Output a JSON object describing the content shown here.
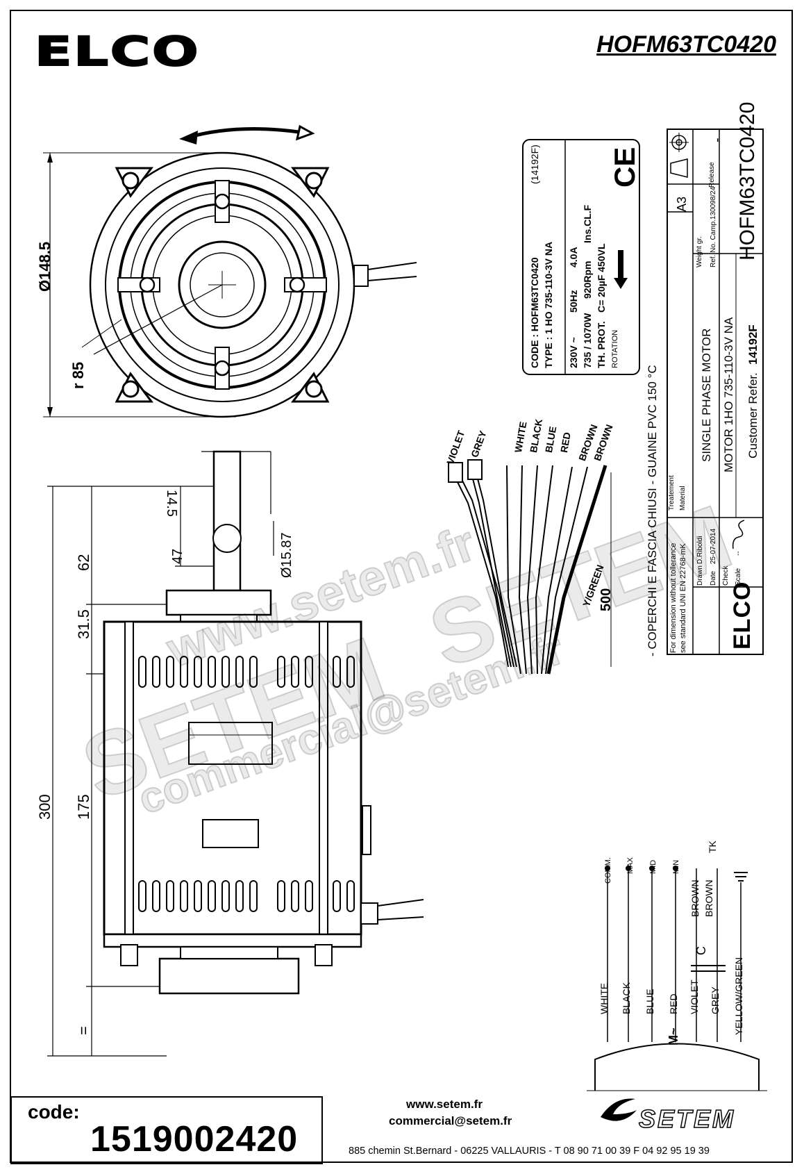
{
  "header": {
    "brand": "ELCO",
    "part_number": "HOFM63TC0420"
  },
  "front_view": {
    "diameter": "Ø148.5",
    "radius": "r 85"
  },
  "side_view": {
    "dim_shaft_length": "62",
    "dim_shaft_flat": "47",
    "dim_shaft_top": "14.5",
    "dim_shaft_diameter": "Ø15.87",
    "dim_flange": "31.5",
    "dim_total": "300",
    "dim_body": "175",
    "dim_bottom": "=",
    "dim_leads": "500"
  },
  "nameplate": {
    "code": "CODE :  HOFM63TC0420",
    "code_ref": "(14192F)",
    "type": "TYPE :  1 HO 735-110-3V  NA",
    "row1": [
      "230V ~",
      "50Hz",
      "4.0A"
    ],
    "row2": [
      "735 / 1070W",
      "920Rpm",
      "Ins.CL.F"
    ],
    "row3": [
      "TH. PROT.",
      "C= 20µF  450VL"
    ],
    "rotation": "ROTATION",
    "ce_mark": "CE"
  },
  "notes": {
    "pvc": "- COPERCHI E FASCIA CHIUSI  - GUAINE PVC 150 °C"
  },
  "wires": [
    "VIOLET",
    "GREY",
    "WHITE",
    "BLACK",
    "BLUE",
    "RED",
    "BROWN",
    "BROWN"
  ],
  "ground_wire": "Y/GREEN",
  "title_block": {
    "size": "A3",
    "release_label": "Release",
    "release_value": "-",
    "weight_label": "Weight gr.",
    "ref_label": "Ref. No. Camp.130098/24",
    "part_number": "HOFM63TC0420",
    "treatment_label": "Treatement",
    "material_label": "Material",
    "description": "SINGLE  PHASE  MOTOR",
    "motor": "MOTOR  1HO 735-110-3V  NA",
    "customer": "Customer Refer.",
    "customer_ref": "14192F",
    "tolerance_note_1": "For dimension without tollerance",
    "tolerance_note_2": "see standard UNI EN 22768-mK",
    "drawn_label": "Drawn",
    "drawn_by": "D.Riboldi",
    "date_label": "Date",
    "date_value": "25-07-2014",
    "check_label": "Check",
    "scale_label": "Scale",
    "scale_value": "--",
    "brand": "ELCO"
  },
  "wiring": {
    "speeds": [
      "COMM.",
      "MAX",
      "MID",
      "MIN"
    ],
    "tk": "TK",
    "tk_wires": [
      "BROWN",
      "BROWN"
    ],
    "capacitor": "C",
    "motor_symbol": "M~",
    "colors": [
      "WHITE",
      "BLACK",
      "BLUE",
      "RED",
      "VIOLET",
      "GREY",
      "YELLOW/GREEN"
    ]
  },
  "watermark": {
    "site": "www.setem.fr",
    "brand": "SETEM",
    "email": "commercial@setem.fr"
  },
  "footer": {
    "code_label": "code:",
    "code_value": "1519002420",
    "website": "www.setem.fr",
    "email": "commercial@setem.fr",
    "address": "885 chemin St.Bernard  -  06225 VALLAURIS  -  T 08 90 71 00 39   F 04 92 95 19 39",
    "company": "SETEM"
  }
}
